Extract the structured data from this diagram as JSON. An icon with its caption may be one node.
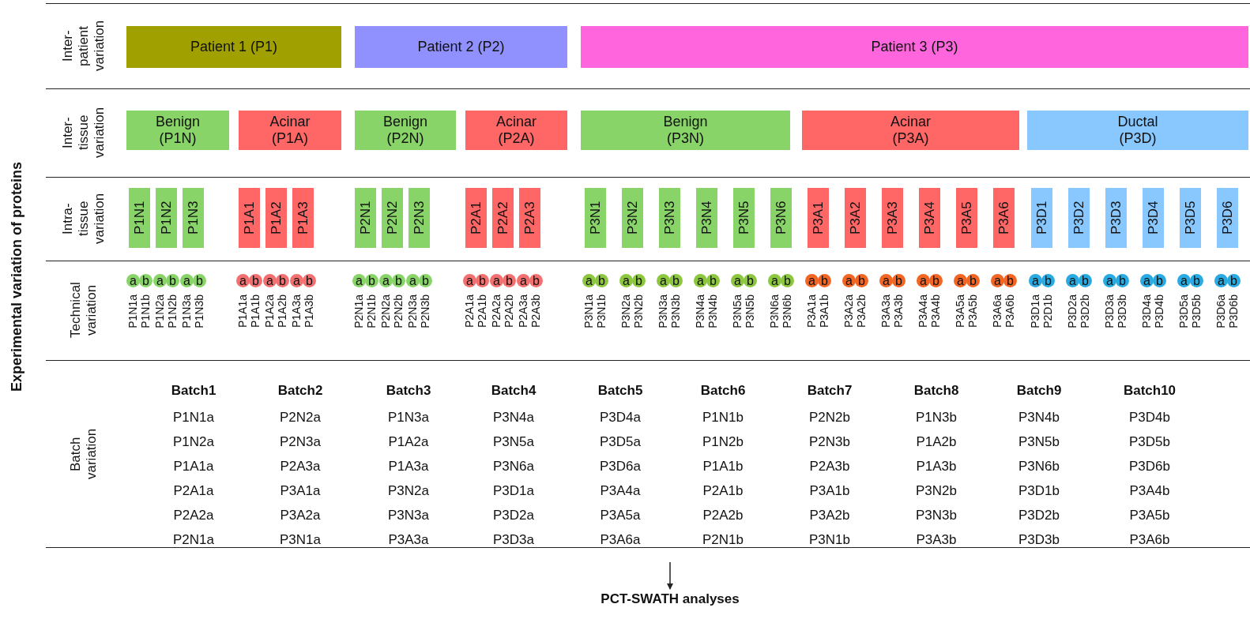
{
  "diagram": {
    "nodes": [
      {
        "text": [
          "Patient 1 (P1)"
        ]
      },
      {
        "text": [
          "Patient 2 (P2)"
        ]
      },
      {
        "text": [
          "Patient 3 (P3)"
        ]
      },
      {
        "text": [
          "Benign (P1N)"
        ]
      },
      {
        "text": [
          "Acinar (P1A)"
        ]
      },
      {
        "text": [
          "Benign (P2N)"
        ]
      },
      {
        "text": [
          "Acinar (P2A)"
        ]
      },
      {
        "text": [
          "Benign (P3N)"
        ]
      },
      {
        "text": [
          "Acinar (P3A)"
        ]
      },
      {
        "text": [
          "Ductal (P3D)"
        ]
      },
      {
        "text": [
          "P1N1"
        ]
      },
      {
        "text": [
          "P1N2"
        ]
      },
      {
        "text": [
          "P1N3"
        ]
      },
      {
        "text": [
          "P1A1"
        ]
      },
      {
        "text": [
          "P1A2"
        ]
      },
      {
        "text": [
          "P1A3"
        ]
      },
      {
        "text": [
          "P2N1"
        ]
      },
      {
        "text": [
          "P2N2"
        ]
      },
      {
        "text": [
          "P2N3"
        ]
      },
      {
        "text": [
          "P2A1"
        ]
      },
      {
        "text": [
          "P2A2"
        ]
      },
      {
        "text": [
          "P2A3"
        ]
      },
      {
        "text": [
          "P3N1"
        ]
      },
      {
        "text": [
          "P3N2"
        ]
      },
      {
        "text": [
          "P3N3"
        ]
      },
      {
        "text": [
          "P3N4"
        ]
      },
      {
        "text": [
          "P3N5"
        ]
      },
      {
        "text": [
          "P3N6"
        ]
      },
      {
        "text": [
          "P3A1"
        ]
      },
      {
        "text": [
          "P3A2"
        ]
      },
      {
        "text": [
          "P3A3"
        ]
      },
      {
        "text": [
          "P3A4"
        ]
      },
      {
        "text": [
          "P3A5"
        ]
      },
      {
        "text": [
          "P3A6"
        ]
      },
      {
        "text": [
          "P3D1"
        ]
      },
      {
        "text": [
          "P3D2"
        ]
      },
      {
        "text": [
          "P3D3"
        ]
      },
      {
        "text": [
          "P3D4"
        ]
      },
      {
        "text": [
          "P3D5"
        ]
      },
      {
        "text": [
          "P3D6"
        ]
      },
      {
        "text": [
          "a"
        ],
        "beside": [
          "P1N1a"
        ]
      },
      {
        "text": [
          "b"
        ],
        "beside": [
          "P1N1b"
        ]
      },
      {
        "text": [
          "a"
        ],
        "beside": [
          "P1N2a"
        ]
      },
      {
        "text": [
          "b"
        ],
        "beside": [
          "P1N2b"
        ]
      },
      {
        "text": [
          "a"
        ],
        "beside": [
          "P1N3a"
        ]
      },
      {
        "text": [
          "b"
        ],
        "beside": [
          "P1N3b"
        ]
      },
      {
        "text": [
          "a"
        ],
        "beside": [
          "P1A1a"
        ]
      },
      {
        "text": [
          "b"
        ],
        "beside": [
          "P1A1b"
        ]
      },
      {
        "text": [
          "a"
        ],
        "beside": [
          "P1A2a"
        ]
      },
      {
        "text": [
          "b"
        ],
        "beside": [
          "P1A2b"
        ]
      },
      {
        "text": [
          "a"
        ],
        "beside": [
          "P1A3a"
        ]
      },
      {
        "text": [
          "b"
        ],
        "beside": [
          "P1A3b"
        ]
      },
      {
        "text": [
          "a"
        ],
        "beside": [
          "P2N1a"
        ]
      },
      {
        "text": [
          "b"
        ],
        "beside": [
          "P2N1b"
        ]
      },
      {
        "text": [
          "a"
        ],
        "beside": [
          "P2N2a"
        ]
      },
      {
        "text": [
          "b"
        ],
        "beside": [
          "P2N2b"
        ]
      },
      {
        "text": [
          "a"
        ],
        "beside": [
          "P2N3a"
        ]
      },
      {
        "text": [
          "b"
        ],
        "beside": [
          "P2N3b"
        ]
      },
      {
        "text": [
          "a"
        ],
        "beside": [
          "P2A1a"
        ]
      },
      {
        "text": [
          "b"
        ],
        "beside": [
          "P2A1b"
        ]
      },
      {
        "text": [
          "a"
        ],
        "beside": [
          "P2A2a"
        ]
      },
      {
        "text": [
          "b"
        ],
        "beside": [
          "P2A2b"
        ]
      },
      {
        "text": [
          "a"
        ],
        "beside": [
          "P2A3a"
        ]
      },
      {
        "text": [
          "b"
        ],
        "beside": [
          "P2A3b"
        ]
      },
      {
        "text": [
          "a"
        ],
        "beside": [
          "P3N1a"
        ]
      },
      {
        "text": [
          "b"
        ],
        "beside": [
          "P3N1b"
        ]
      },
      {
        "text": [
          "a"
        ],
        "beside": [
          "P3N2a"
        ]
      },
      {
        "text": [
          "b"
        ],
        "beside": [
          "P3N2b"
        ]
      },
      {
        "text": [
          "a"
        ],
        "beside": [
          "P3N3a"
        ]
      },
      {
        "text": [
          "b"
        ],
        "beside": [
          "P3N3b"
        ]
      },
      {
        "text": [
          "a"
        ],
        "beside": [
          "P3N4a"
        ]
      },
      {
        "text": [
          "b"
        ],
        "beside": [
          "P3N4b"
        ]
      },
      {
        "text": [
          "a"
        ],
        "beside": [
          "P3N5a"
        ]
      },
      {
        "text": [
          "b"
        ],
        "beside": [
          "P3N5b"
        ]
      },
      {
        "text": [
          "a"
        ],
        "beside": [
          "P3N6a"
        ]
      },
      {
        "text": [
          "b"
        ],
        "beside": [
          "P3N6b"
        ]
      },
      {
        "text": [
          "a"
        ],
        "beside": [
          "P3A1a"
        ]
      },
      {
        "text": [
          "b"
        ],
        "beside": [
          "P3A1b"
        ]
      },
      {
        "text": [
          "a"
        ],
        "beside": [
          "P3A2a"
        ]
      },
      {
        "text": [
          "b"
        ],
        "beside": [
          "P3A2b"
        ]
      },
      {
        "text": [
          "a"
        ],
        "beside": [
          "P3A3a"
        ]
      },
      {
        "text": [
          "b"
        ],
        "beside": [
          "P3A3b"
        ]
      },
      {
        "text": [
          "a"
        ],
        "beside": [
          "P3A4a"
        ]
      },
      {
        "text": [
          "b"
        ],
        "beside": [
          "P3A4b"
        ]
      },
      {
        "text": [
          "a"
        ],
        "beside": [
          "P3A5a"
        ]
      },
      {
        "text": [
          "b"
        ],
        "beside": [
          "P3A5b"
        ]
      },
      {
        "text": [
          "a"
        ],
        "beside": [
          "P3A6a"
        ]
      },
      {
        "text": [
          "b"
        ],
        "beside": [
          "P3A6b"
        ]
      },
      {
        "text": [
          "a"
        ],
        "beside": [
          "P3D1a"
        ]
      },
      {
        "text": [
          "b"
        ],
        "beside": [
          "P2D1b"
        ]
      },
      {
        "text": [
          "a"
        ],
        "beside": [
          "P3D2a"
        ]
      },
      {
        "text": [
          "b"
        ],
        "beside": [
          "P3D2b"
        ]
      },
      {
        "text": [
          "a"
        ],
        "beside": [
          "P3D3a"
        ]
      },
      {
        "text": [
          "b"
        ],
        "beside": [
          "P3D3b"
        ]
      },
      {
        "text": [
          "a"
        ],
        "beside": [
          "P3D4a"
        ]
      },
      {
        "text": [
          "b"
        ],
        "beside": [
          "P3D4b"
        ]
      },
      {
        "text": [
          "a"
        ],
        "beside": [
          "P3D5a"
        ]
      },
      {
        "text": [
          "b"
        ],
        "beside": [
          "P3D5b"
        ]
      },
      {
        "text": [
          "a"
        ],
        "beside": [
          "P3D6a"
        ]
      },
      {
        "text": [
          "b"
        ],
        "beside": [
          "P3D6b"
        ]
      },
      {
        "text": [
          "PCT-SWATH analyses"
        ]
      }
    ],
    "edges": [
      {
        "from": null,
        "to": 100,
        "arrow": "to"
      }
    ],
    "labels": [
      "Inter- patient variation",
      "Inter- tissue variation",
      "Intra- tissue variation",
      "Technical variation",
      "Batch variation",
      "Experimental variation of proteins",
      "Batch1",
      "Batch2",
      "Batch3",
      "Batch4",
      "Batch5",
      "Batch6",
      "Batch7",
      "Batch8",
      "Batch9",
      "Batch10",
      "P1N1a",
      "P2N2a",
      "P1N3a",
      "P3N4a",
      "P3D4a",
      "P1N1b",
      "P2N2b",
      "P1N3b",
      "P3N4b",
      "P3D4b",
      "P1N2a",
      "P2N3a",
      "P1A2a",
      "P3N5a",
      "P3D5a",
      "P1N2b",
      "P2N3b",
      "P1A2b",
      "P3N5b",
      "P3D5b",
      "P1A1a",
      "P2A3a",
      "P1A3a",
      "P3N6a",
      "P3D6a",
      "P1A1b",
      "P2A3b",
      "P1A3b",
      "P3N6b",
      "P3D6b",
      "P2A1a",
      "P3A1a",
      "P3N2a",
      "P3D1a",
      "P3A4a",
      "P2A1b",
      "P3A1b",
      "P3N2b",
      "P3D1b",
      "P3A4b",
      "P2A2a",
      "P3A2a",
      "P3N3a",
      "P3D2a",
      "P3A5a",
      "P2A2b",
      "P3A2b",
      "P3N3b",
      "P3D2b",
      "P3A5b",
      "P2N1a",
      "P3N1a",
      "P3A3a",
      "P3D3a",
      "P3A6a",
      "P2N1b",
      "P3N1b",
      "P3A3b",
      "P3D3b",
      "P3A6b"
    ]
  }
}
